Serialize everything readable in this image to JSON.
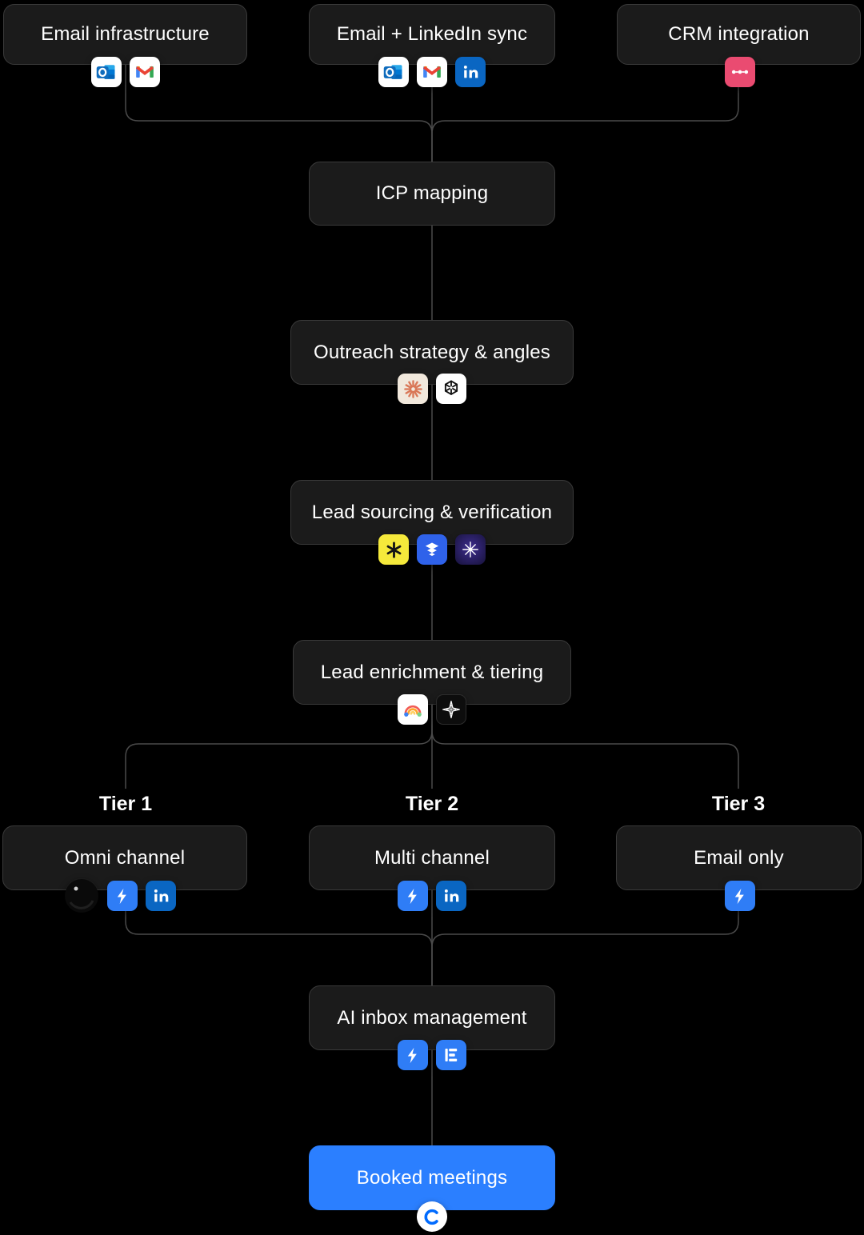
{
  "colors": {
    "background": "#000000",
    "node_bg": "#1b1b1b",
    "node_border": "#3a3a3a",
    "connector": "#4a4a4a",
    "accent_blue": "#2b7fff",
    "text": "#ffffff"
  },
  "top_row": [
    {
      "label": "Email infrastructure",
      "icons": [
        "outlook-icon",
        "gmail-icon"
      ]
    },
    {
      "label": "Email + LinkedIn sync",
      "icons": [
        "outlook-icon",
        "gmail-icon",
        "linkedin-icon"
      ]
    },
    {
      "label": "CRM integration",
      "icons": [
        "crm-network-icon"
      ]
    }
  ],
  "pipeline": [
    {
      "label": "ICP mapping",
      "icons": []
    },
    {
      "label": "Outreach strategy & angles",
      "icons": [
        "claude-icon",
        "openai-icon"
      ]
    },
    {
      "label": "Lead sourcing & verification",
      "icons": [
        "clay-icon",
        "layers-icon",
        "sparkle-icon"
      ]
    },
    {
      "label": "Lead enrichment & tiering",
      "icons": [
        "rainbow-icon",
        "geo-star-icon"
      ]
    }
  ],
  "tiers": [
    {
      "tier": "Tier 1",
      "label": "Omni channel",
      "icons": [
        "dark-app-icon",
        "lightning-icon",
        "linkedin-icon"
      ]
    },
    {
      "tier": "Tier 2",
      "label": "Multi channel",
      "icons": [
        "lightning-icon",
        "linkedin-icon"
      ]
    },
    {
      "tier": "Tier 3",
      "label": "Email only",
      "icons": [
        "lightning-icon"
      ]
    }
  ],
  "inbox": {
    "label": "AI inbox management",
    "icons": [
      "lightning-icon",
      "letter-e-icon"
    ]
  },
  "result": {
    "label": "Booked meetings",
    "icons": [
      "calendly-icon"
    ]
  }
}
